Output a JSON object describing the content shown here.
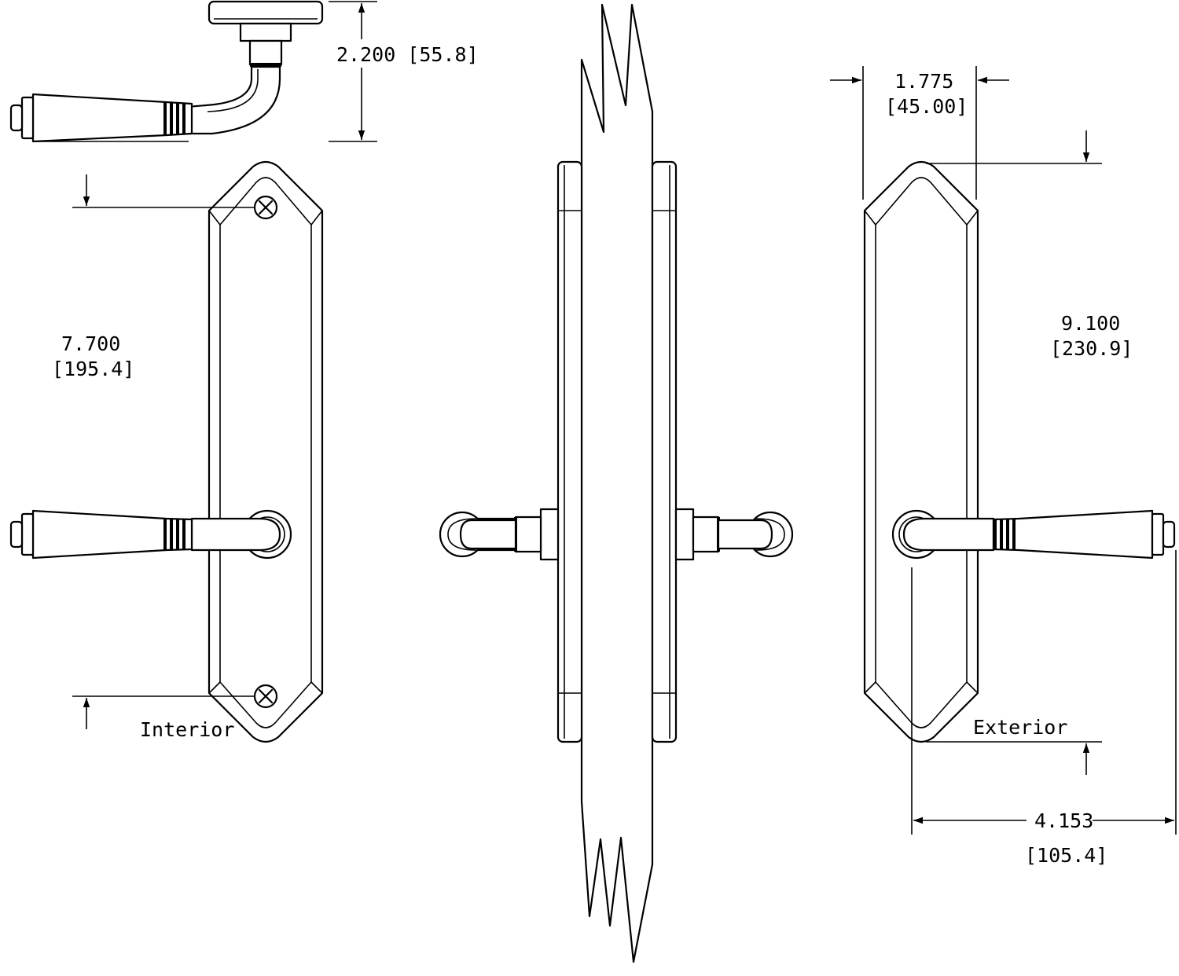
{
  "dimensions": {
    "projection": "2.200 [55.8]",
    "interior_screw_spacing": {
      "in": "7.700",
      "mm": "[195.4]"
    },
    "plate_width": {
      "in": "1.775",
      "mm": "[45.00]"
    },
    "plate_height": {
      "in": "9.100",
      "mm": "[230.9]"
    },
    "lever_length": {
      "in": "4.153",
      "mm": "[105.4]"
    }
  },
  "labels": {
    "interior": "Interior",
    "exterior": "Exterior"
  }
}
